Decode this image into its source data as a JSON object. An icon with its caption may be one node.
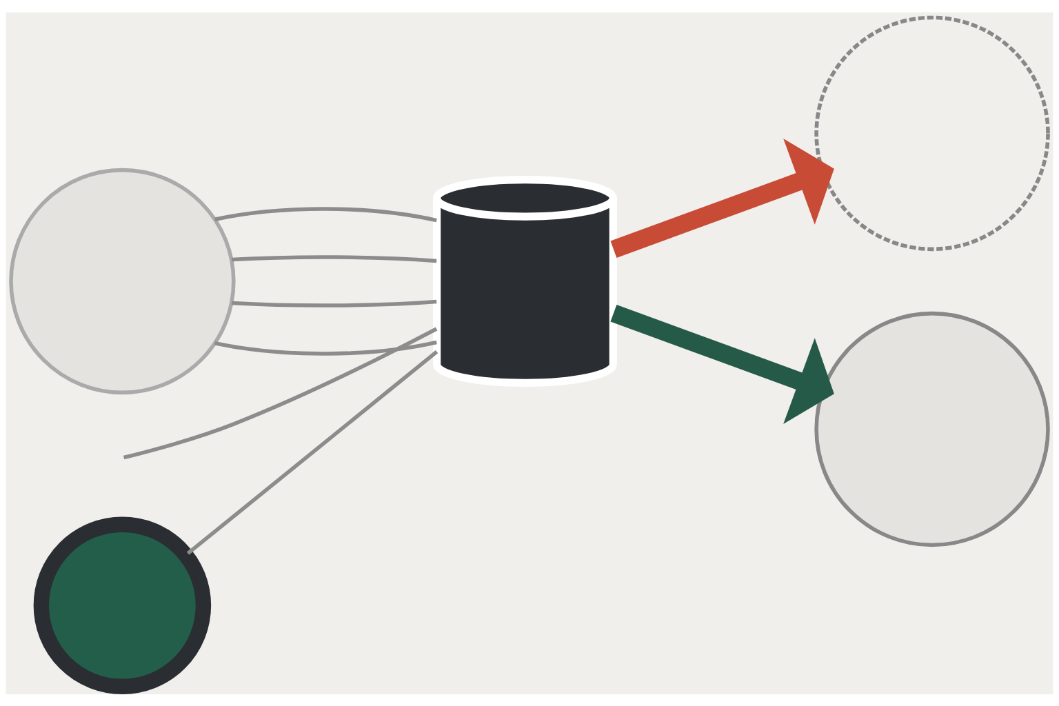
{
  "diagram": {
    "nodes": [
      {
        "text": [],
        "shape": "circle"
      },
      {
        "text": [],
        "shape": "circle"
      },
      {
        "text": [],
        "shape": "cylinder"
      },
      {
        "text": [],
        "shape": "circle"
      },
      {
        "text": [],
        "shape": "circle"
      }
    ],
    "edges": [
      {
        "from": 0,
        "to": 2,
        "arrow": "none"
      },
      {
        "from": 0,
        "to": 2,
        "arrow": "none"
      },
      {
        "from": 0,
        "to": 2,
        "arrow": "none"
      },
      {
        "from": 0,
        "to": 2,
        "arrow": "none"
      },
      {
        "from": null,
        "to": 2,
        "arrow": "none"
      },
      {
        "from": 1,
        "to": 2,
        "arrow": "none"
      },
      {
        "from": 2,
        "to": 3,
        "arrow": "to",
        "style": "thick",
        "color": "#c84b36"
      },
      {
        "from": 2,
        "to": 4,
        "arrow": "to",
        "style": "thick",
        "color": "#265a48"
      }
    ]
  }
}
